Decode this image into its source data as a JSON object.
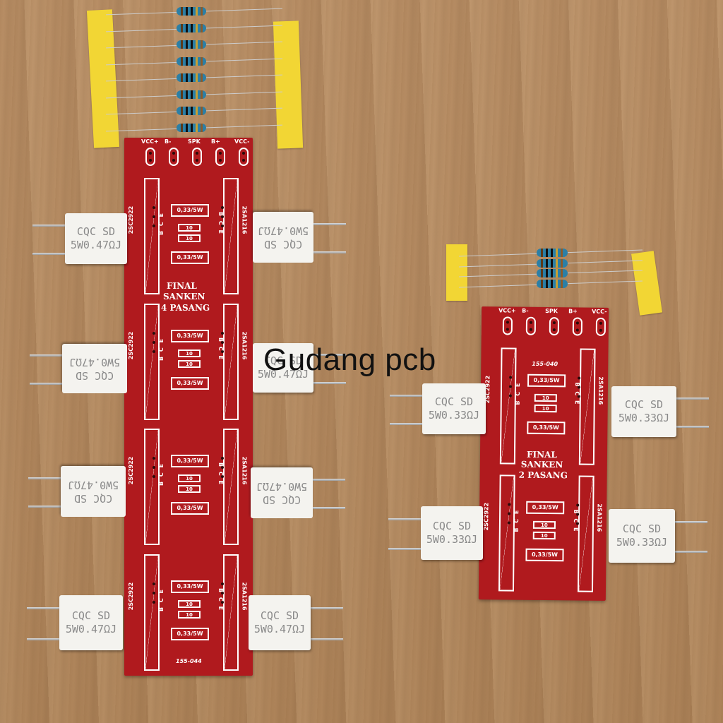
{
  "watermark": "Gudang pcb",
  "board_large": {
    "connectors": [
      "VCC+",
      "B-",
      "SPK",
      "B+",
      "VCC-"
    ],
    "title_line1": "FINAL",
    "title_line2": "SANKEN",
    "title_line3": "4 PASANG",
    "code": "155-044",
    "npn_label": "2SC2922",
    "pnp_label": "2SA1216",
    "pin_label": "B C E",
    "emitter_resistor_label": "0,33/5W",
    "base_resistor_label": "10"
  },
  "board_small": {
    "connectors": [
      "VCC+",
      "B-",
      "SPK",
      "B+",
      "VCC-"
    ],
    "title_line1": "FINAL",
    "title_line2": "SANKEN",
    "title_line3": "2 PASANG",
    "code": "155-040",
    "npn_label": "2SC2922",
    "pnp_label": "2SA1216",
    "pin_label": "B C E",
    "emitter_resistor_label": "0,33/5W",
    "base_resistor_label": "10"
  },
  "cement_resistor_large": {
    "line1": "CQC SD",
    "line2": "5W0.47ΩJ"
  },
  "cement_resistor_small": {
    "line1": "CQC SD",
    "line2": "5W0.33ΩJ"
  },
  "colors": {
    "pcb": "#b01a1e",
    "tape": "#f2d634",
    "resistor_body": "#2b7fa6",
    "wood": "#b48a61"
  }
}
